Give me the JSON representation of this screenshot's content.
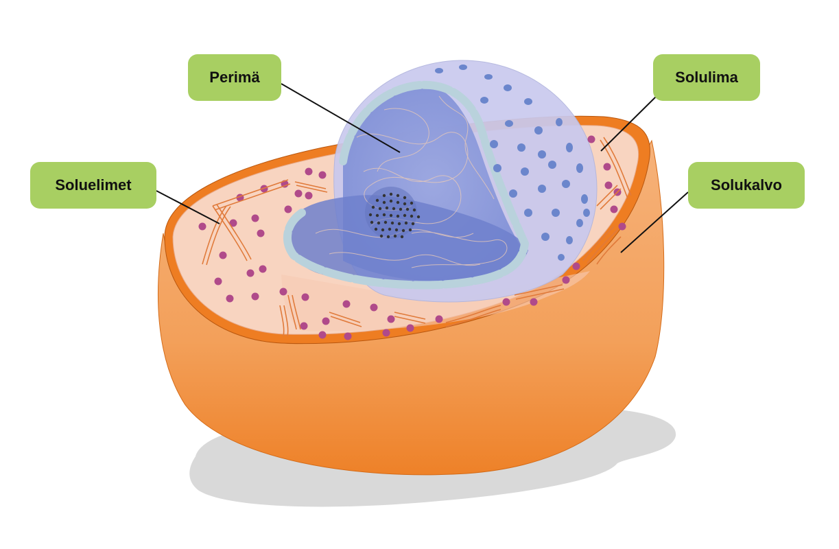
{
  "labels": {
    "perima": "Perimä",
    "soluelimet": "Soluelimet",
    "solulima": "Solulima",
    "solukalvo": "Solukalvo"
  },
  "colors": {
    "label_background": "#a8cf62",
    "cell_membrane": "#ee7d22",
    "cell_body": "#f3a25a",
    "cytoplasm": "#f8d4c0",
    "nucleus": "#aab6e6",
    "nucleus_pores": "#6b86cc",
    "organelles": "#b04a8a",
    "nucleolus": "#333333",
    "shadow": "#d9d9d9"
  },
  "icons": {
    "cell": "eukaryotic-cell-cross-section"
  }
}
